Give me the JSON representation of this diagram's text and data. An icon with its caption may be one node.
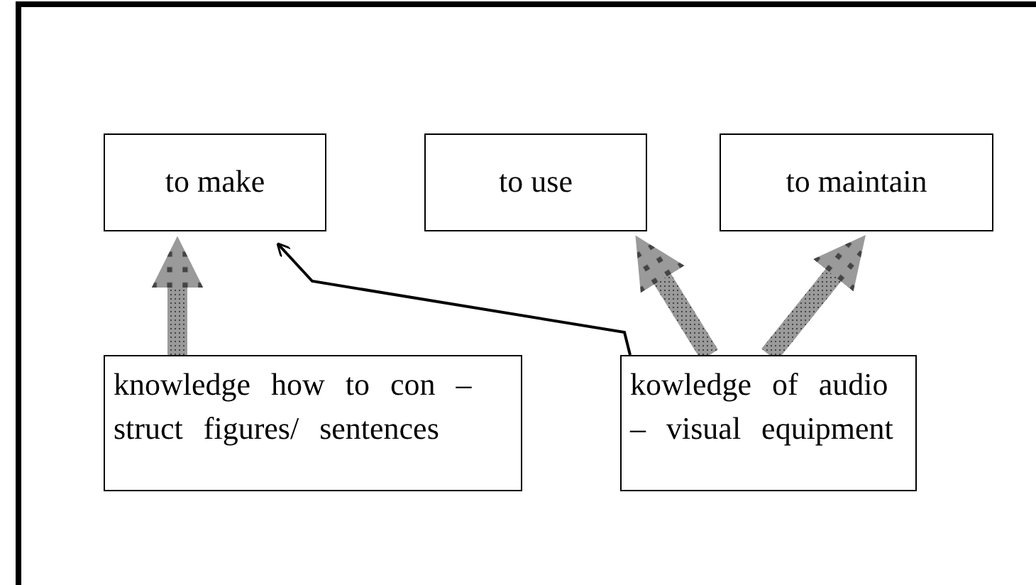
{
  "diagram": {
    "nodes": [
      {
        "text": [
          "to make"
        ]
      },
      {
        "text": [
          "to use"
        ]
      },
      {
        "text": [
          "to maintain"
        ]
      },
      {
        "text": [
          "knowledge how to con – struct figures/ sentences"
        ]
      },
      {
        "text": [
          "kowledge of audio – visual equipment"
        ]
      }
    ],
    "edges": [
      {
        "from": 3,
        "to": 0,
        "arrow": "to",
        "style": "thick"
      },
      {
        "from": 4,
        "to": 1,
        "arrow": "to",
        "style": "thick"
      },
      {
        "from": 4,
        "to": 2,
        "arrow": "to",
        "style": "thick"
      },
      {
        "from": 4,
        "to": 0,
        "arrow": "to",
        "color": "#000000"
      }
    ]
  }
}
